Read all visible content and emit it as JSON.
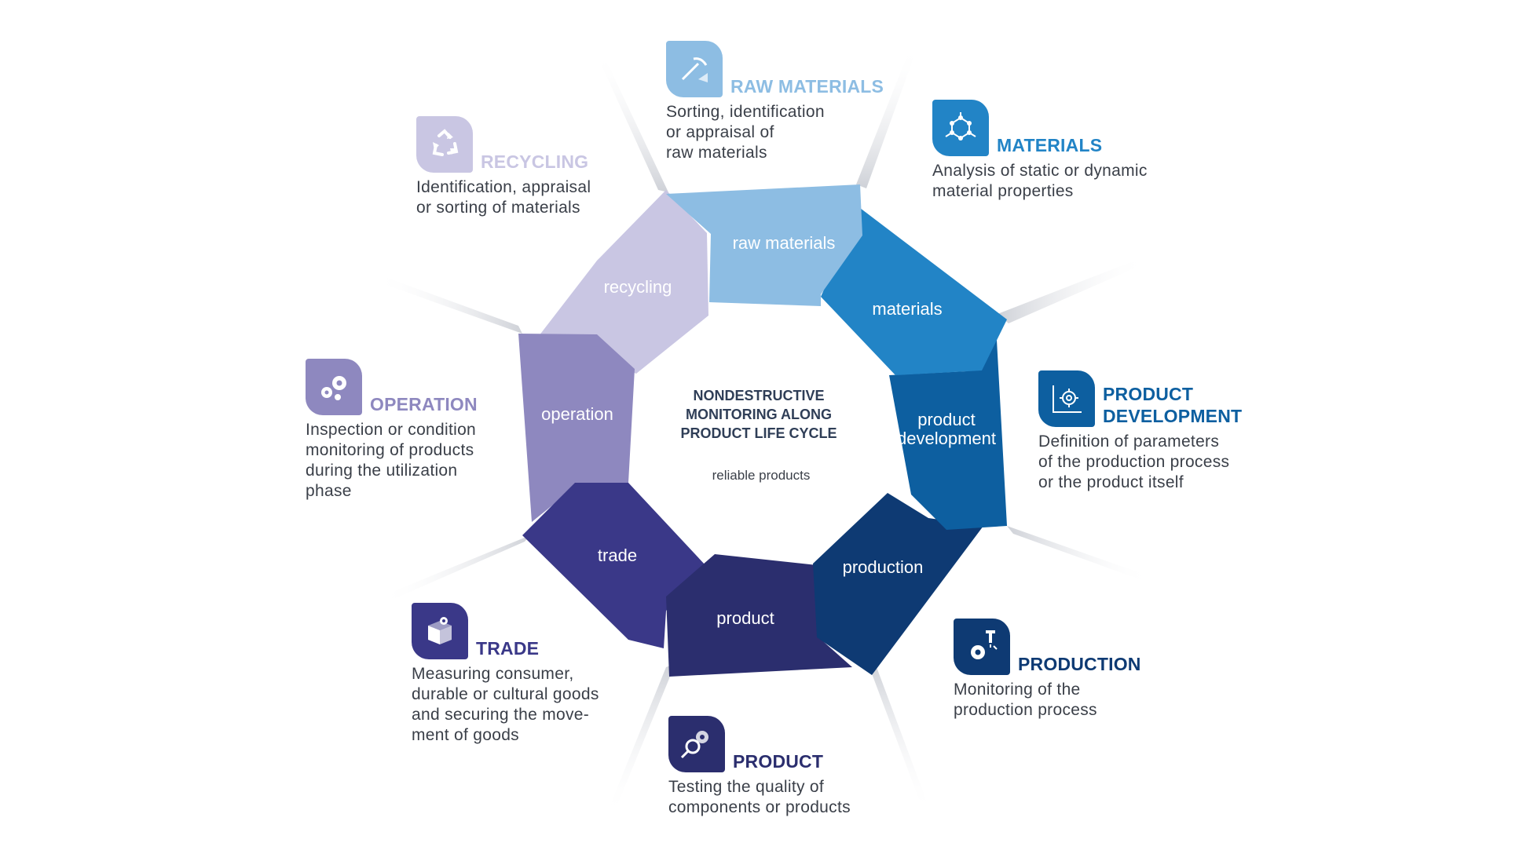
{
  "center": {
    "title_lines": [
      "NONDESTRUCTIVE",
      "MONITORING ALONG",
      "PRODUCT LIFE CYCLE"
    ],
    "subtitle": "reliable products"
  },
  "segments": [
    {
      "label_lines": [
        "raw materials"
      ],
      "color": "#8dbde3"
    },
    {
      "label_lines": [
        "materials"
      ],
      "color": "#2284c6"
    },
    {
      "label_lines": [
        "product",
        "development"
      ],
      "color": "#0d5fa0"
    },
    {
      "label_lines": [
        "production"
      ],
      "color": "#0e3a73"
    },
    {
      "label_lines": [
        "product"
      ],
      "color": "#2b2e6e"
    },
    {
      "label_lines": [
        "trade"
      ],
      "color": "#3a3888"
    },
    {
      "label_lines": [
        "operation"
      ],
      "color": "#8e88bf"
    },
    {
      "label_lines": [
        "recycling"
      ],
      "color": "#c9c6e3"
    }
  ],
  "blocks": {
    "raw_materials": {
      "title_lines": [
        "RAW MATERIALS"
      ],
      "desc_lines": [
        "Sorting, identification",
        "or appraisal of",
        "raw materials"
      ],
      "color": "#8dbde3",
      "icon": "pickaxe-icon"
    },
    "materials": {
      "title_lines": [
        "MATERIALS"
      ],
      "desc_lines": [
        "Analysis of static or dynamic",
        "material properties"
      ],
      "color": "#2284c6",
      "icon": "molecule-icon"
    },
    "product_development": {
      "title_lines": [
        "PRODUCT",
        "DEVELOPMENT"
      ],
      "desc_lines": [
        "Definition of parameters",
        "of the production process",
        "or the product itself"
      ],
      "color": "#0d5fa0",
      "icon": "gear-chart-icon"
    },
    "production": {
      "title_lines": [
        "PRODUCTION"
      ],
      "desc_lines": [
        "Monitoring of the",
        "production process"
      ],
      "color": "#0e3a73",
      "icon": "machine-gear-icon"
    },
    "product": {
      "title_lines": [
        "PRODUCT"
      ],
      "desc_lines": [
        "Testing the quality of",
        "components or products"
      ],
      "color": "#2b2e6e",
      "icon": "magnifier-gear-icon"
    },
    "trade": {
      "title_lines": [
        "TRADE"
      ],
      "desc_lines": [
        "Measuring consumer,",
        "durable or cultural goods",
        "and securing the move-",
        "ment of goods"
      ],
      "color": "#3a3888",
      "icon": "box-gear-icon"
    },
    "operation": {
      "title_lines": [
        "OPERATION"
      ],
      "desc_lines": [
        "Inspection or condition",
        "monitoring of products",
        "during the utilization",
        "phase"
      ],
      "color": "#8e88bf",
      "icon": "gears-icon"
    },
    "recycling": {
      "title_lines": [
        "RECYCLING"
      ],
      "desc_lines": [
        "Identification, appraisal",
        "or sorting of materials"
      ],
      "color": "#c9c6e3",
      "icon": "recycle-icon"
    }
  }
}
